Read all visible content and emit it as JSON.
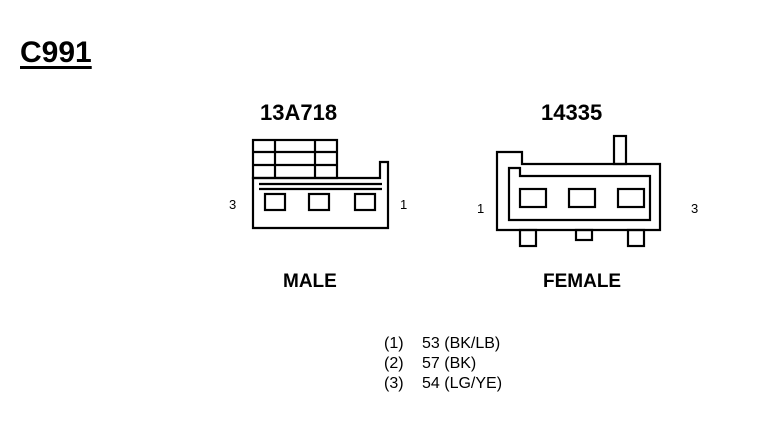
{
  "title": "C991",
  "connectors": {
    "male": {
      "part_number": "13A718",
      "label": "MALE",
      "pin_left": "3",
      "pin_right": "1"
    },
    "female": {
      "part_number": "14335",
      "label": "FEMALE",
      "pin_left": "1",
      "pin_right": "3"
    }
  },
  "pinout": [
    {
      "pin": "(1)",
      "circuit": "53 (BK/LB)"
    },
    {
      "pin": "(2)",
      "circuit": "57 (BK)"
    },
    {
      "pin": "(3)",
      "circuit": "54 (LG/YE)"
    }
  ]
}
